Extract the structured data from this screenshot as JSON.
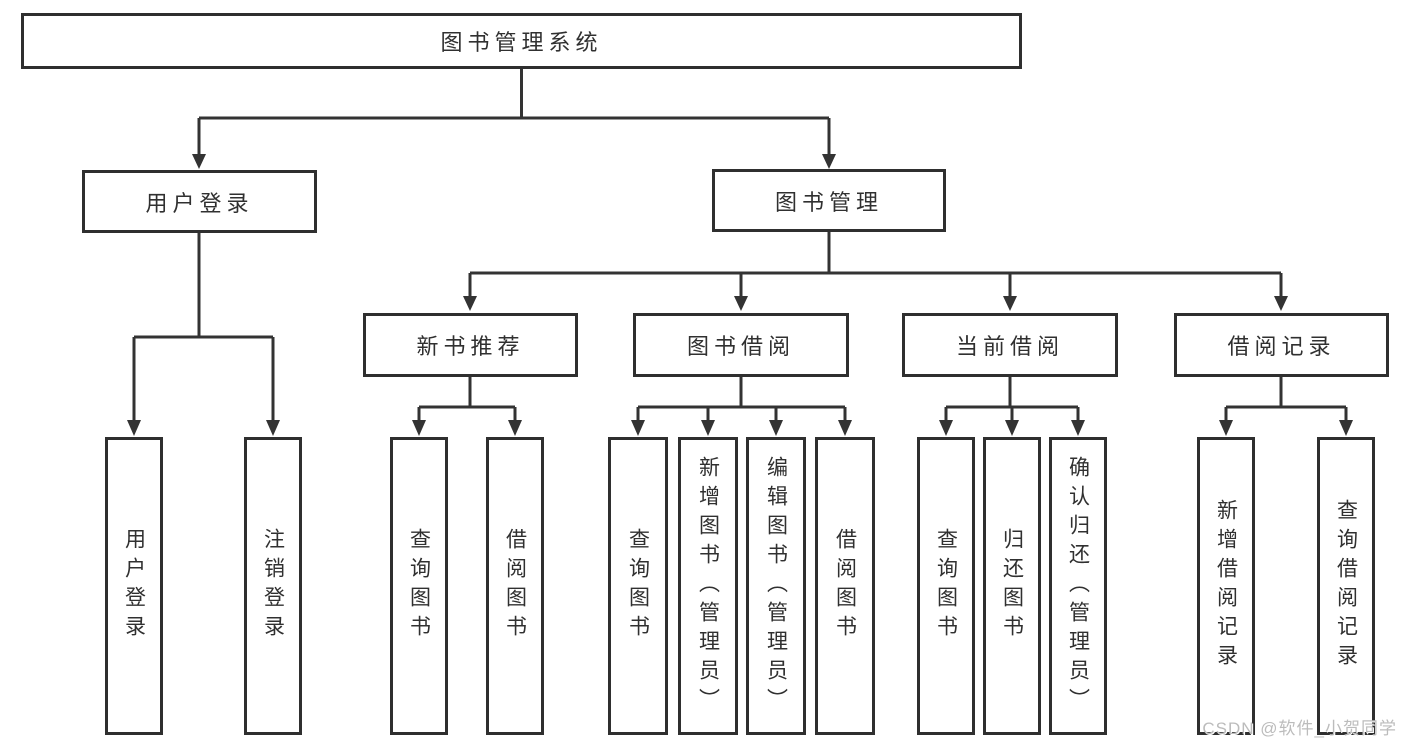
{
  "tree": {
    "root": {
      "label": "图书管理系统"
    },
    "branches": [
      {
        "label": "用户登录",
        "children": [
          {
            "label": "用户登录"
          },
          {
            "label": "注销登录"
          }
        ]
      },
      {
        "label": "图书管理",
        "sections": [
          {
            "label": "新书推荐",
            "children": [
              {
                "label": "查询图书"
              },
              {
                "label": "借阅图书"
              }
            ]
          },
          {
            "label": "图书借阅",
            "children": [
              {
                "label": "查询图书"
              },
              {
                "label": "新增图书（管理员）"
              },
              {
                "label": "编辑图书（管理员）"
              },
              {
                "label": "借阅图书"
              }
            ]
          },
          {
            "label": "当前借阅",
            "children": [
              {
                "label": "查询图书"
              },
              {
                "label": "归还图书"
              },
              {
                "label": "确认归还（管理员）"
              }
            ]
          },
          {
            "label": "借阅记录",
            "children": [
              {
                "label": "新增借阅记录"
              },
              {
                "label": "查询借阅记录"
              }
            ]
          }
        ]
      }
    ]
  },
  "watermark": {
    "text": "CSDN @软件_小贺同学"
  },
  "colors": {
    "line": "#333333",
    "box_border": "#2f2f2f",
    "text": "#303030",
    "watermark": "#bcbcbc",
    "background": "#ffffff"
  }
}
